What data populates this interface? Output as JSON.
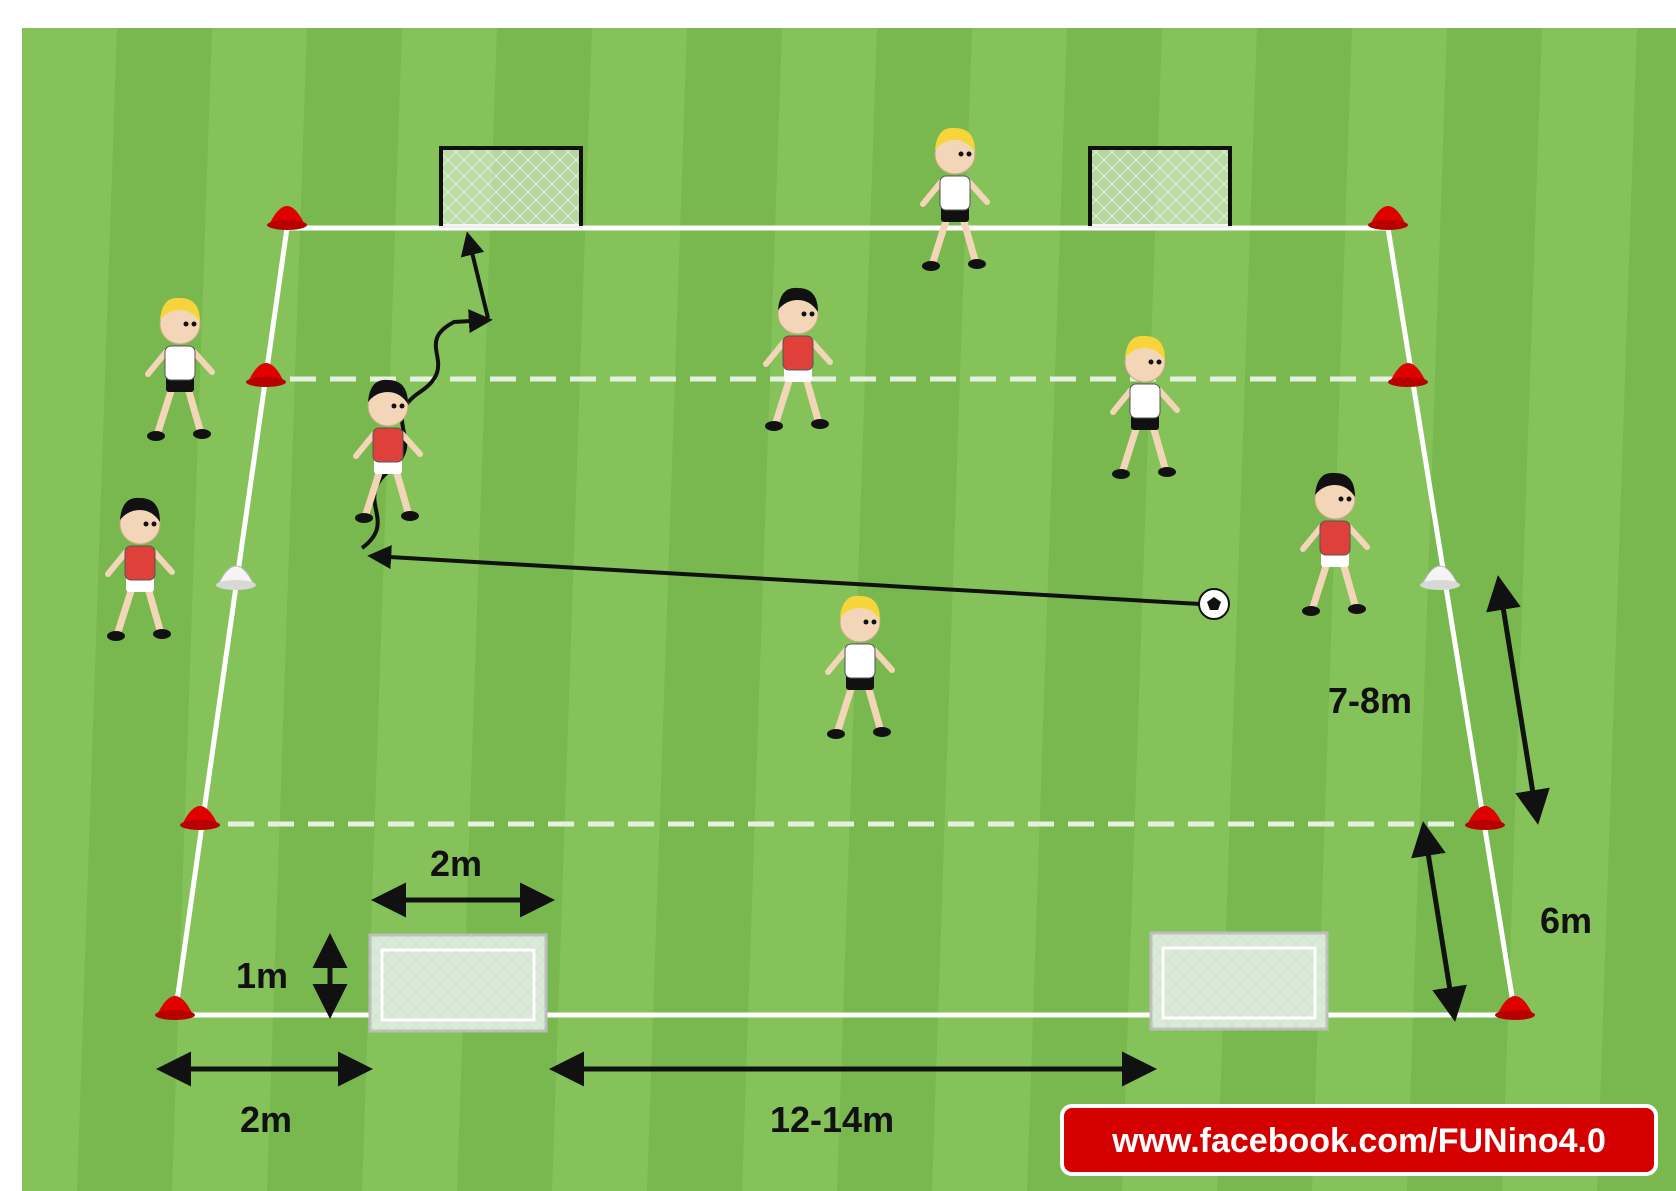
{
  "labels": {
    "goal_width": "2m",
    "goal_height": "1m",
    "corner_gap": "2m",
    "goal_gap": "12-14m",
    "zone_depth_middle": "7-8m",
    "zone_depth_end": "6m"
  },
  "watermark": "www.facebook.com/FUNino4.0",
  "colors": {
    "grass_light": "#86c25a",
    "grass_dark": "#6fae47",
    "line": "#ffffff",
    "cone_red": "#e00000",
    "team_red": "#e0403a",
    "team_white": "#ffffff",
    "hair_blond": "#f7d53a",
    "hair_black": "#111111",
    "banner": "#d40000"
  },
  "icons": [
    "cone",
    "goal",
    "ball",
    "player",
    "arrow"
  ]
}
